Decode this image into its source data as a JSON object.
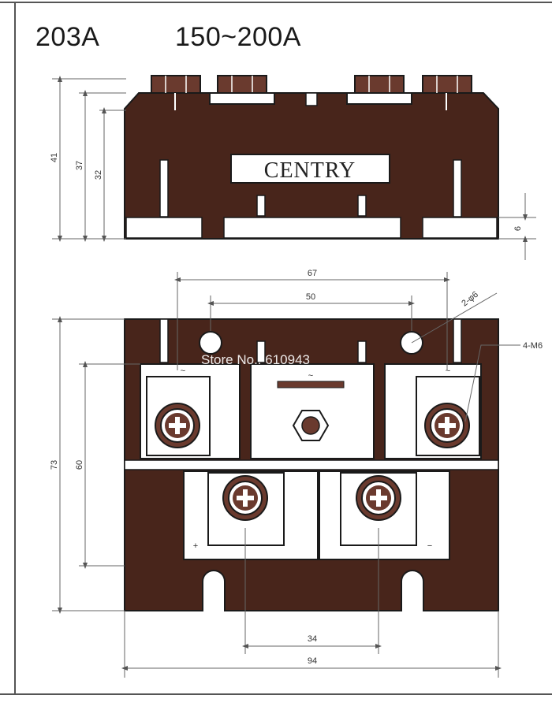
{
  "header": {
    "model": "203A",
    "current_range": "150~200A"
  },
  "side_view": {
    "brand_label": "CENTRY",
    "dim_total_height": "41",
    "dim_height_2": "37",
    "dim_height_3": "32",
    "dim_base": "6"
  },
  "top_view": {
    "dim_hole_span": "67",
    "dim_inner_span": "50",
    "dim_hole_dia": "2-φ6",
    "dim_screw": "4-M6",
    "dim_height": "73",
    "dim_inner_height": "60",
    "dim_terminal_span": "34",
    "dim_width": "94",
    "ac_mark_left": "~",
    "ac_mark_center": "~",
    "ac_mark_right": "~",
    "plus_mark": "+",
    "minus_mark": "−"
  },
  "watermark": "Store No.: 610943",
  "colors": {
    "body": "#48251b",
    "terminal": "#6a3a2e",
    "line": "#1a1a1a",
    "dim": "#666666"
  }
}
